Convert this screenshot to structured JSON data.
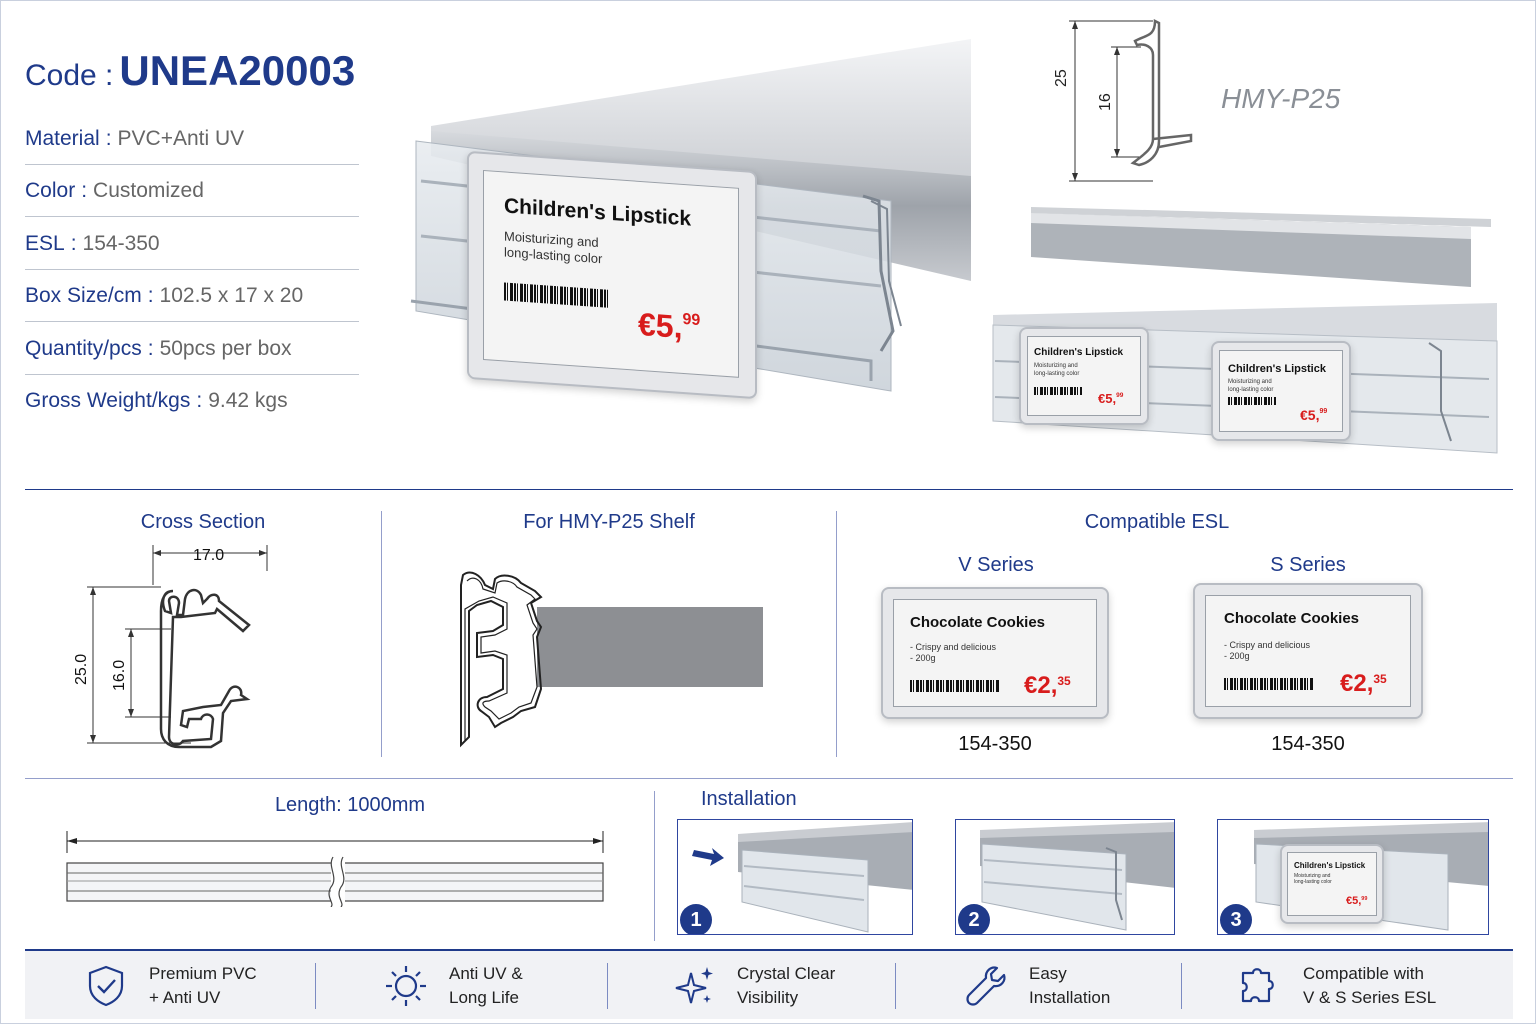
{
  "header": {
    "code_label": "Code :",
    "code_value": "UNEA20003"
  },
  "specs": [
    {
      "label": "Material",
      "value": "PVC+Anti UV"
    },
    {
      "label": "Color",
      "value": "Customized"
    },
    {
      "label": "ESL",
      "value": "154-350"
    },
    {
      "label": "Box Size/cm",
      "value": "102.5 x 17 x 20"
    },
    {
      "label": "Quantity/pcs",
      "value": "50pcs per box"
    },
    {
      "label": "Gross Weight/kgs",
      "value": "9.42 kgs"
    }
  ],
  "hero": {
    "esl_name": "Children's Lipstick",
    "esl_desc_1": "Moisturizing and",
    "esl_desc_2": "long-lasting color",
    "esl_price_main": "€5,",
    "esl_price_cents": "99"
  },
  "shelf_profile": {
    "model": "HMY-P25",
    "dim_outer": "25",
    "dim_inner": "16"
  },
  "cross_section": {
    "title": "Cross Section",
    "width": "17.0",
    "height": "25.0",
    "inner": "16.0"
  },
  "shelf_fit": {
    "title": "For HMY-P25 Shelf"
  },
  "compatible": {
    "title": "Compatible ESL",
    "series": [
      {
        "name": "V Series",
        "range": "154-350",
        "product": "Chocolate Cookies",
        "desc_1": "- Crispy and delicious",
        "desc_2": "- 200g",
        "price_main": "€2,",
        "price_cents": "35"
      },
      {
        "name": "S Series",
        "range": "154-350",
        "product": "Chocolate Cookies",
        "desc_1": "- Crispy and delicious",
        "desc_2": "- 200g",
        "price_main": "€2,",
        "price_cents": "35"
      }
    ]
  },
  "length": {
    "title": "Length: 1000mm"
  },
  "installation": {
    "title": "Installation",
    "steps": [
      "1",
      "2",
      "3"
    ]
  },
  "features": [
    {
      "icon": "shield-check-icon",
      "line1": "Premium PVC",
      "line2": "+ Anti UV"
    },
    {
      "icon": "sun-icon",
      "line1": "Anti UV &",
      "line2": "Long Life"
    },
    {
      "icon": "sparkle-icon",
      "line1": "Crystal Clear",
      "line2": "Visibility"
    },
    {
      "icon": "wrench-icon",
      "line1": "Easy",
      "line2": "Installation"
    },
    {
      "icon": "puzzle-icon",
      "line1": "Compatible with",
      "line2": "V & S Series ESL"
    }
  ],
  "colors": {
    "brand_navy": "#1f3a8a",
    "price_red": "#d81c1c"
  }
}
